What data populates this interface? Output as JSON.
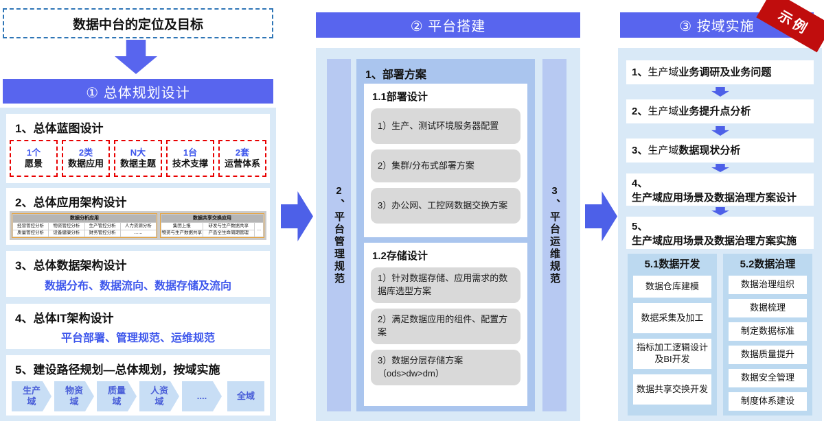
{
  "colors": {
    "header_blue": "#5865ee",
    "arrow_blue": "#4d60e8",
    "container_bg": "#d9e9f7",
    "panel_bg": "#aac5ee",
    "vbar_bg": "#b7c9f2",
    "gray_item": "#d9d9d9",
    "ribbon_red": "#c00d0d",
    "dashed_red": "#e80000",
    "dashed_blue": "#2e75b6",
    "accent_blue_text": "#3d56ec",
    "chevron_bg": "#c8def5",
    "subcol_bg": "#bcd9f0"
  },
  "left": {
    "goal_box": "数据中台的定位及目标",
    "header": "① 总体规划设计",
    "sec1": {
      "title": "1、总体蓝图设计",
      "items": [
        {
          "top": "1个",
          "bottom": "愿景"
        },
        {
          "top": "2类",
          "bottom": "数据应用"
        },
        {
          "top": "N大",
          "bottom": "数据主题"
        },
        {
          "top": "1台",
          "bottom": "技术支撑"
        },
        {
          "top": "2套",
          "bottom": "运营体系"
        }
      ]
    },
    "sec2": {
      "title": "2、总体应用架构设计",
      "table_left": {
        "header": "数据分析应用",
        "r0": [
          "经营管控分析",
          "物资管控分析",
          "生产管控分析",
          "人力资源分析"
        ],
        "r1": [
          "质量管控分析",
          "设备健康分析",
          "财务管控分析",
          "……"
        ]
      },
      "table_right": {
        "header": "数据共享交换应用",
        "r0": [
          "集团上报",
          "研发与生产数据共享"
        ],
        "r1": [
          "物资与生产数据共享",
          "产品全生命周期管理"
        ],
        "more": "…"
      }
    },
    "sec3": {
      "title": "3、总体数据架构设计",
      "subtext": "数据分布、数据流向、数据存储及流向"
    },
    "sec4": {
      "title": "4、总体IT架构设计",
      "subtext": "平台部署、管理规范、运维规范"
    },
    "sec5": {
      "title": "5、建设路径规划—总体规划，按域实施",
      "steps": [
        "生产域",
        "物资域",
        "质量域",
        "人资域",
        "....",
        "全域"
      ]
    }
  },
  "middle": {
    "header": "② 平台搭建",
    "left_bar": "2、平台管理规范",
    "right_bar": "3、平台运维规范",
    "panel_title": "1、部署方案",
    "deploy": {
      "title": "1.1部署设计",
      "items": [
        "1）生产、测试环境服务器配置",
        "2）集群/分布式部署方案",
        "3）办公网、工控网数据交换方案"
      ]
    },
    "storage": {
      "title": "1.2存储设计",
      "items": [
        "1）针对数据存储、应用需求的数据库选型方案",
        "2）满足数据应用的组件、配置方案",
        "3）数据分层存储方案（ods>dw>dm）"
      ]
    }
  },
  "right": {
    "header": "③ 按域实施",
    "ribbon": "示例",
    "steps": [
      {
        "num": "1、",
        "light": "生产域",
        "bold": "业务调研及业务问题"
      },
      {
        "num": "2、",
        "light": "生产域",
        "bold": "业务提升点分析"
      },
      {
        "num": "3、",
        "light": "生产域",
        "bold": "数据现状分析"
      },
      {
        "num": "4、",
        "light": "",
        "bold": "生产域应用场景及数据治理方案设计"
      },
      {
        "num": "5、",
        "light": "",
        "bold": "生产域应用场景及数据治理方案实施"
      }
    ],
    "dev": {
      "title": "5.1数据开发",
      "items": [
        "数据仓库建模",
        "数据采集及加工",
        "指标加工逻辑设计及BI开发",
        "数据共享交换开发"
      ]
    },
    "gov": {
      "title": "5.2数据治理",
      "items": [
        "数据治理组织",
        "数据梳理",
        "制定数据标准",
        "数据质量提升",
        "数据安全管理",
        "制度体系建设"
      ]
    }
  }
}
